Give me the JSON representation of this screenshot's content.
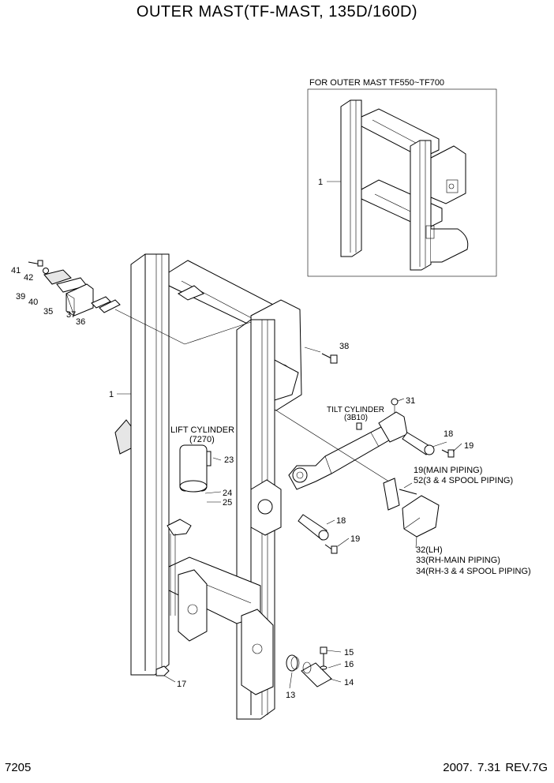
{
  "title": "OUTER MAST(TF-MAST, 135D/160D)",
  "page_number": "7205",
  "revision": "2007. 7.31  REV.7G",
  "inset": {
    "caption": "FOR OUTER MAST TF550~TF700",
    "callout": "1"
  },
  "assemblies": {
    "lift_cylinder": {
      "name": "LIFT CYLINDER",
      "ref": "(7270)"
    },
    "tilt_cylinder": {
      "name": "TILT CYLINDER",
      "ref": "(3B10)"
    }
  },
  "callouts": {
    "c41": "41",
    "c42": "42",
    "c39": "39",
    "c40": "40",
    "c35": "35",
    "c37": "37",
    "c36": "36",
    "c38": "38",
    "c1": "1",
    "c31": "31",
    "c18a": "18",
    "c19a": "19",
    "c19main": "19(MAIN PIPING)",
    "c52": "52(3 & 4 SPOOL PIPING)",
    "c23": "23",
    "c24": "24",
    "c25": "25",
    "c18b": "18",
    "c19b": "19",
    "c32": "32(LH)",
    "c33": "33(RH-MAIN PIPING)",
    "c34": "34(RH-3 & 4 SPOOL PIPING)",
    "c15": "15",
    "c16": "16",
    "c14": "14",
    "c13": "13",
    "c17": "17"
  }
}
